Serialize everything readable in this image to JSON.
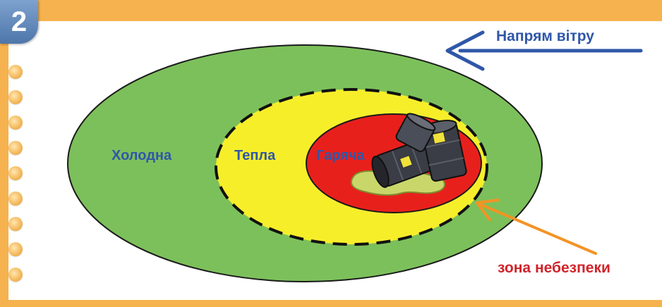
{
  "badge": {
    "number": "2"
  },
  "wind": {
    "label": "Напрям вітру"
  },
  "zones": {
    "cold": {
      "label": "Холодна",
      "color": "#7cc05b"
    },
    "warm": {
      "label": "Тепла",
      "color": "#f7ee2a"
    },
    "hot": {
      "label": "Гаряча",
      "color": "#e8201c"
    }
  },
  "danger_zone": {
    "label": "зона небезпеки"
  },
  "colors": {
    "accent_blue": "#2f57a8",
    "arrow_orange": "#f39325",
    "danger_text": "#d2232a",
    "background": "#f6b24e"
  },
  "icons": [
    "wind-arrow-icon",
    "oil-barrels-icon",
    "pointer-arrow-icon"
  ]
}
